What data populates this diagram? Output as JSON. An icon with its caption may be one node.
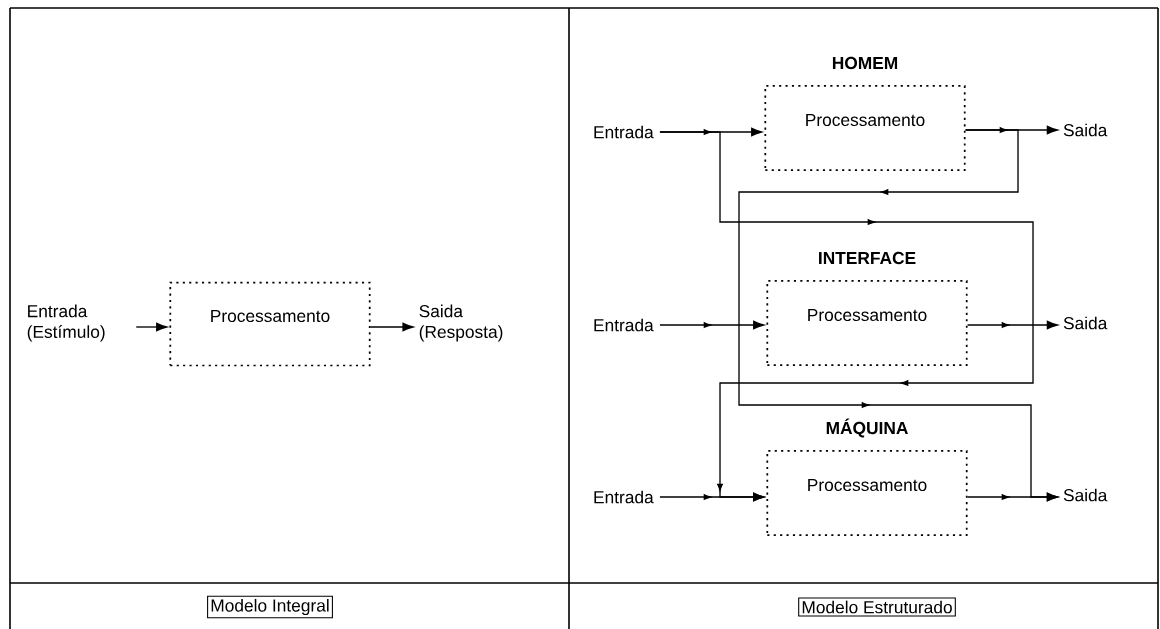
{
  "diagram": {
    "nodes": [
      {
        "text": [
          "Entrada (Estímulo)"
        ]
      },
      {
        "text": [
          "Processamento"
        ]
      },
      {
        "text": [
          "Saida (Resposta)"
        ]
      },
      {
        "text": [
          "Entrada"
        ]
      },
      {
        "text": [
          "HOMEM",
          "Processamento"
        ]
      },
      {
        "text": [
          "Saida"
        ]
      },
      {
        "text": [
          "Entrada"
        ]
      },
      {
        "text": [
          "INTERFACE",
          "Processamento"
        ]
      },
      {
        "text": [
          "Saida"
        ]
      },
      {
        "text": [
          "Entrada"
        ]
      },
      {
        "text": [
          "MÁQUINA",
          "Processamento"
        ]
      },
      {
        "text": [
          "Saida"
        ]
      }
    ],
    "edges": [
      {
        "from": 0,
        "to": 1,
        "arrow": "to"
      },
      {
        "from": 1,
        "to": 2,
        "arrow": "to"
      },
      {
        "from": 3,
        "to": 4,
        "arrow": "to"
      },
      {
        "from": 4,
        "to": 5,
        "arrow": "to"
      },
      {
        "from": 6,
        "to": 7,
        "arrow": "to"
      },
      {
        "from": 7,
        "to": 8,
        "arrow": "to"
      },
      {
        "from": 9,
        "to": 10,
        "arrow": "to"
      },
      {
        "from": 10,
        "to": 11,
        "arrow": "to"
      },
      {
        "from": 3,
        "to": 10,
        "arrow": "to"
      },
      {
        "from": 4,
        "to": 11,
        "arrow": "to"
      }
    ],
    "labels": [
      "Modelo Integral",
      "Modelo Estruturado"
    ]
  }
}
